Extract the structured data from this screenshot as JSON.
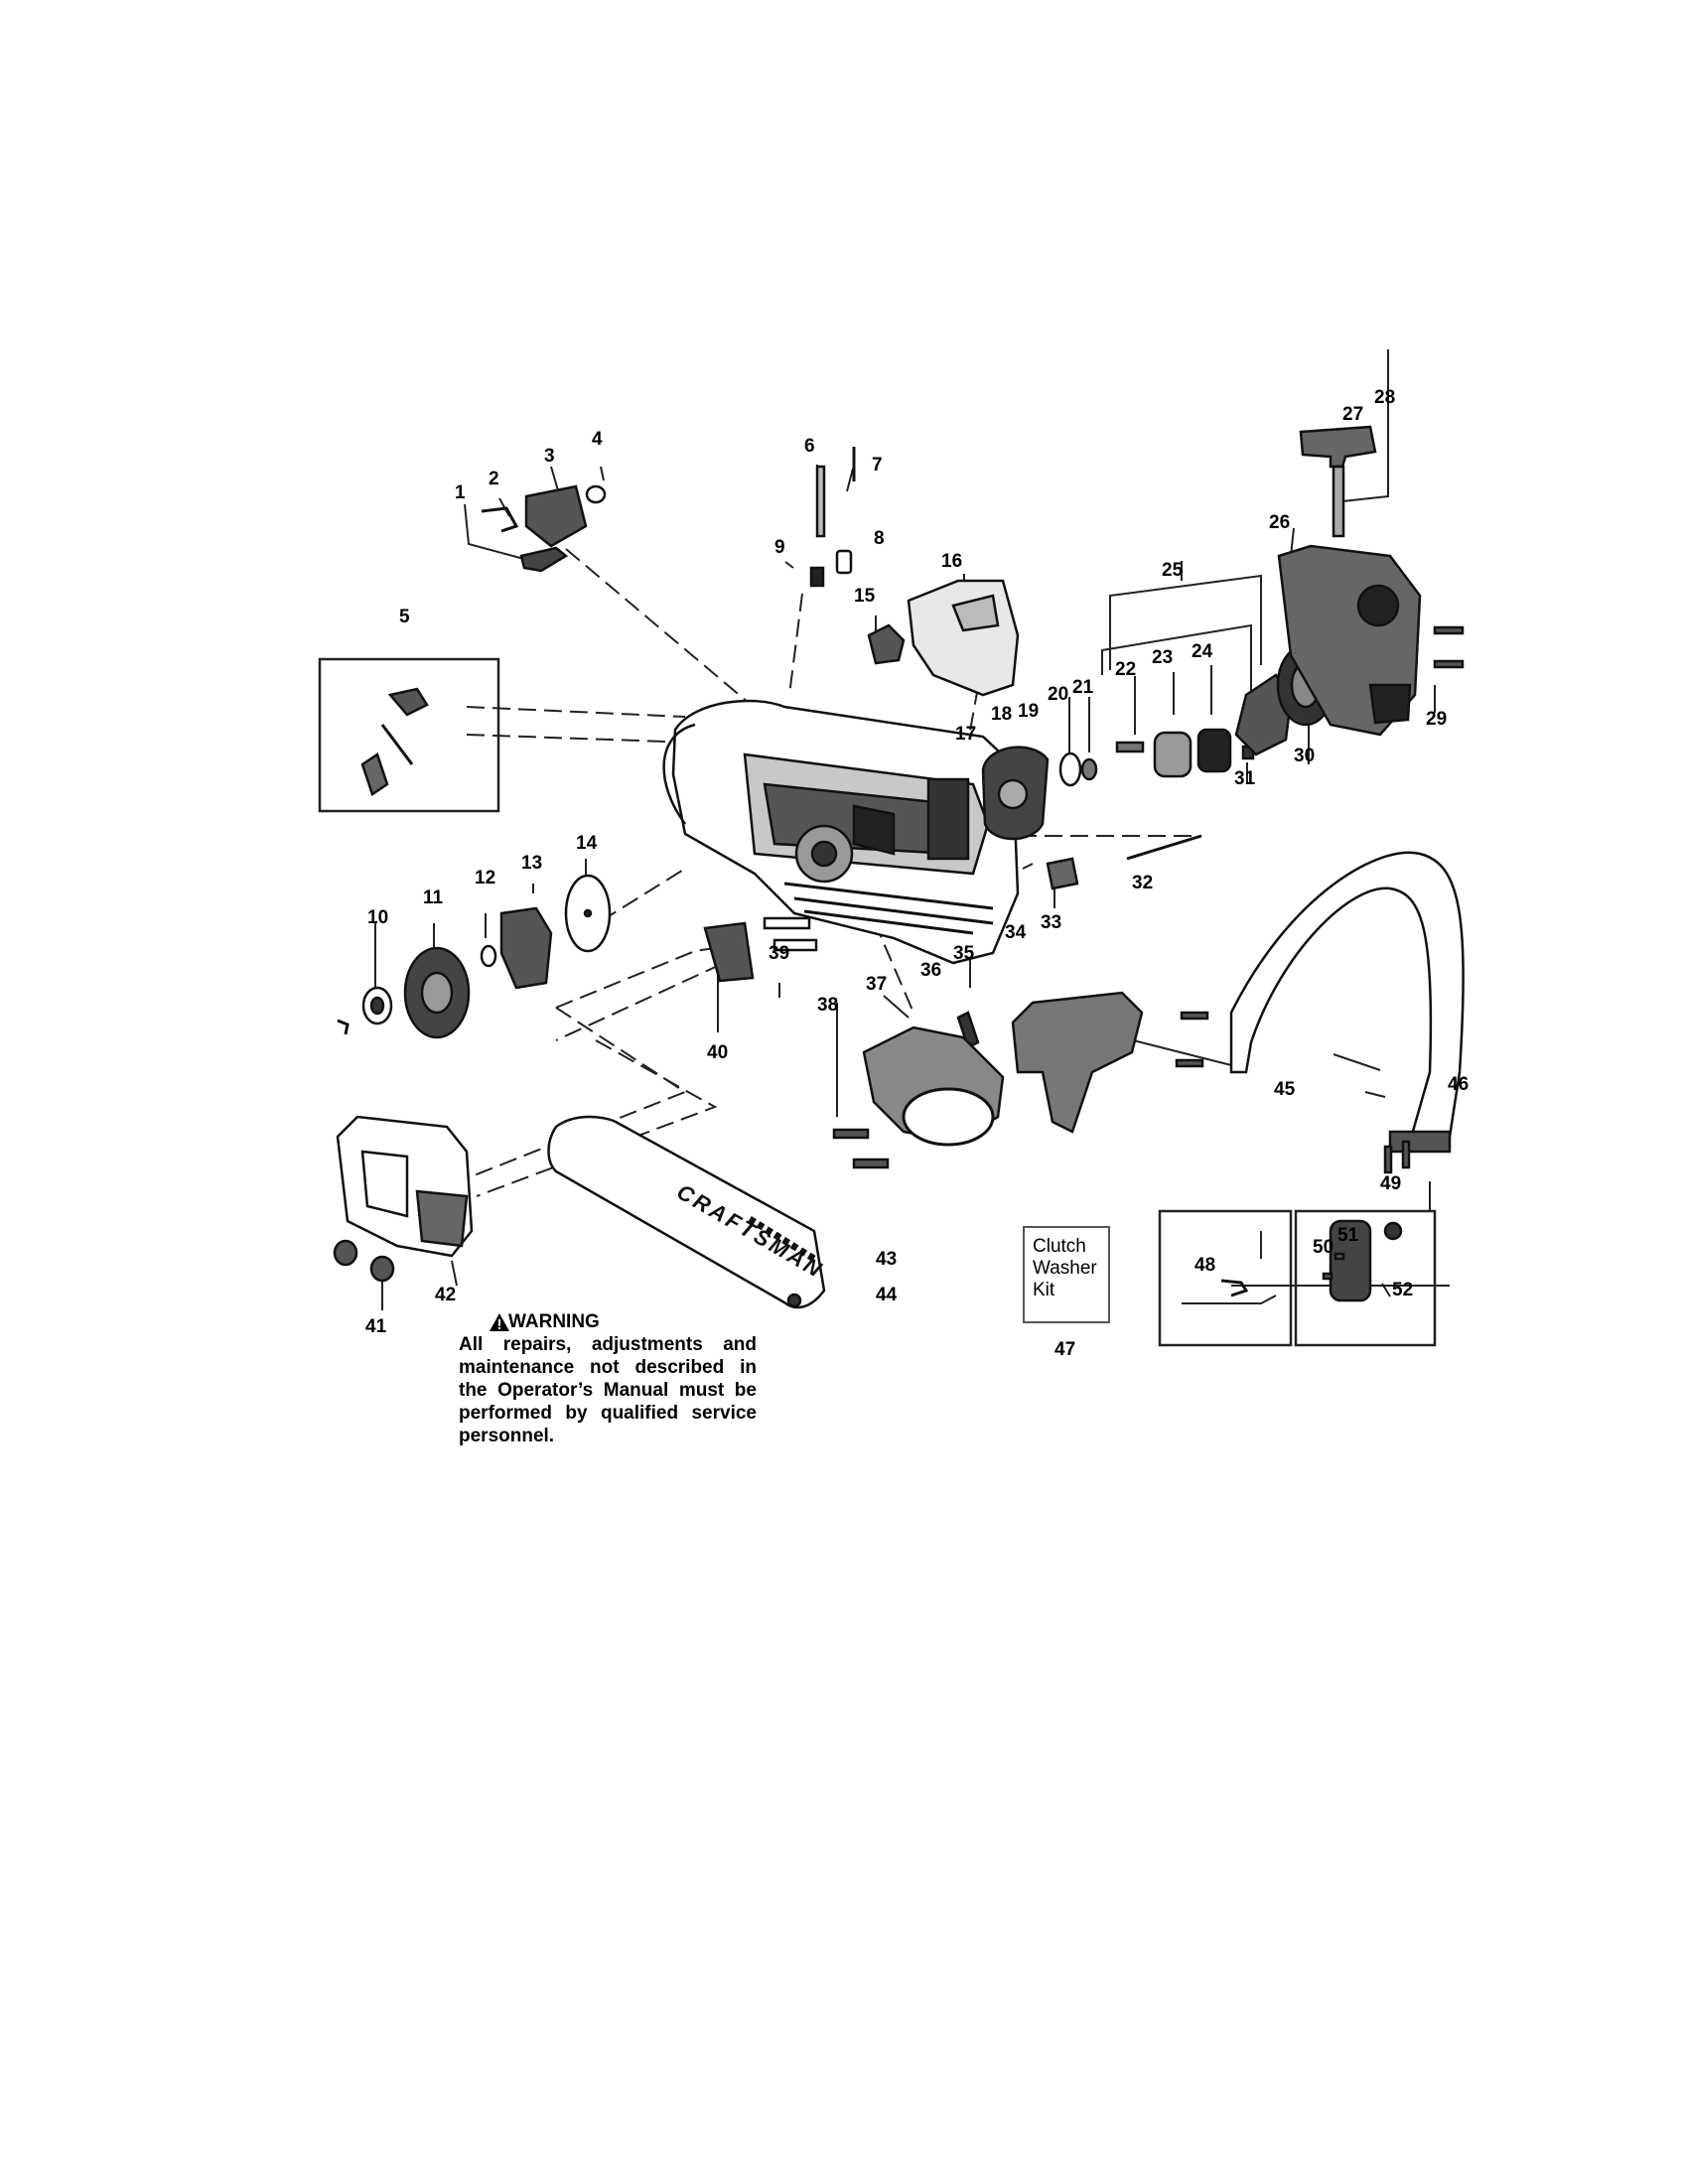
{
  "callouts": [
    "1",
    "2",
    "3",
    "4",
    "5",
    "6",
    "7",
    "8",
    "9",
    "10",
    "11",
    "12",
    "13",
    "14",
    "15",
    "16",
    "17",
    "18",
    "19",
    "20",
    "21",
    "22",
    "23",
    "24",
    "25",
    "26",
    "27",
    "28",
    "29",
    "30",
    "31",
    "32",
    "33",
    "34",
    "35",
    "36",
    "37",
    "38",
    "39",
    "40",
    "41",
    "42",
    "43",
    "44",
    "45",
    "46",
    "47",
    "48",
    "49",
    "50",
    "51",
    "52"
  ],
  "warning": {
    "title": "WARNING",
    "text": "All repairs, adjustments and maintenance not described in the Operator’s Manual must be performed by qualified service personnel."
  },
  "kit_box": {
    "lines": [
      "Clutch",
      "Washer",
      "Kit"
    ]
  },
  "brand_text": "CRAFTSMAN"
}
